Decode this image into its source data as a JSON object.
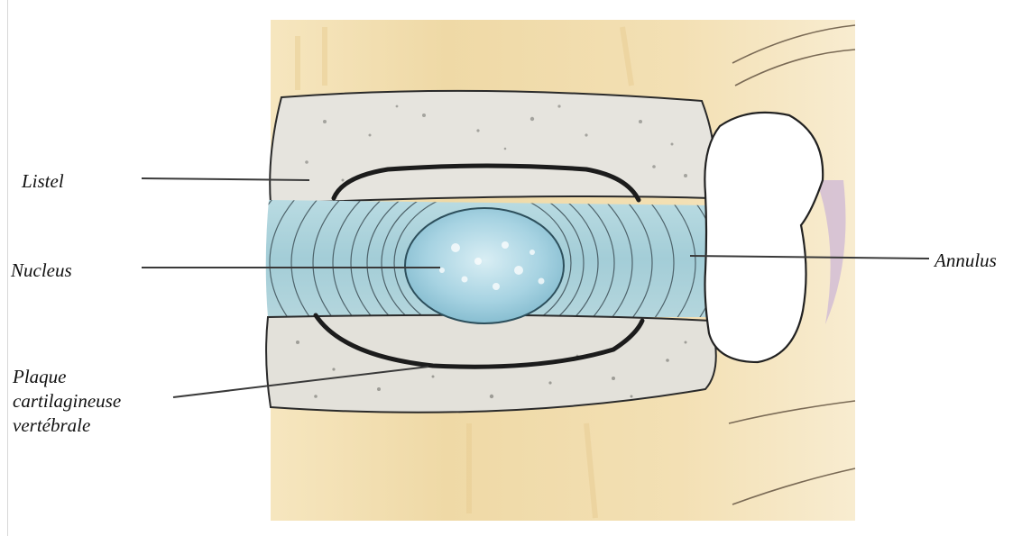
{
  "labels": {
    "listel": "Listel",
    "nucleus": "Nucleus",
    "annulus": "Annulus",
    "plaque": [
      "Plaque",
      "cartilagineuse",
      "vertébrale"
    ]
  },
  "colors": {
    "bone_background": "#f0dcae",
    "vertebral_body": "#e4e2dc",
    "annulus": "#a9cfd8",
    "annulus_rings": "#3a4a50",
    "nucleus": "#8fc3d6",
    "endplate": "#1e1e1e",
    "facet": "#ffffff",
    "leader_line": "#3a3a3a"
  }
}
